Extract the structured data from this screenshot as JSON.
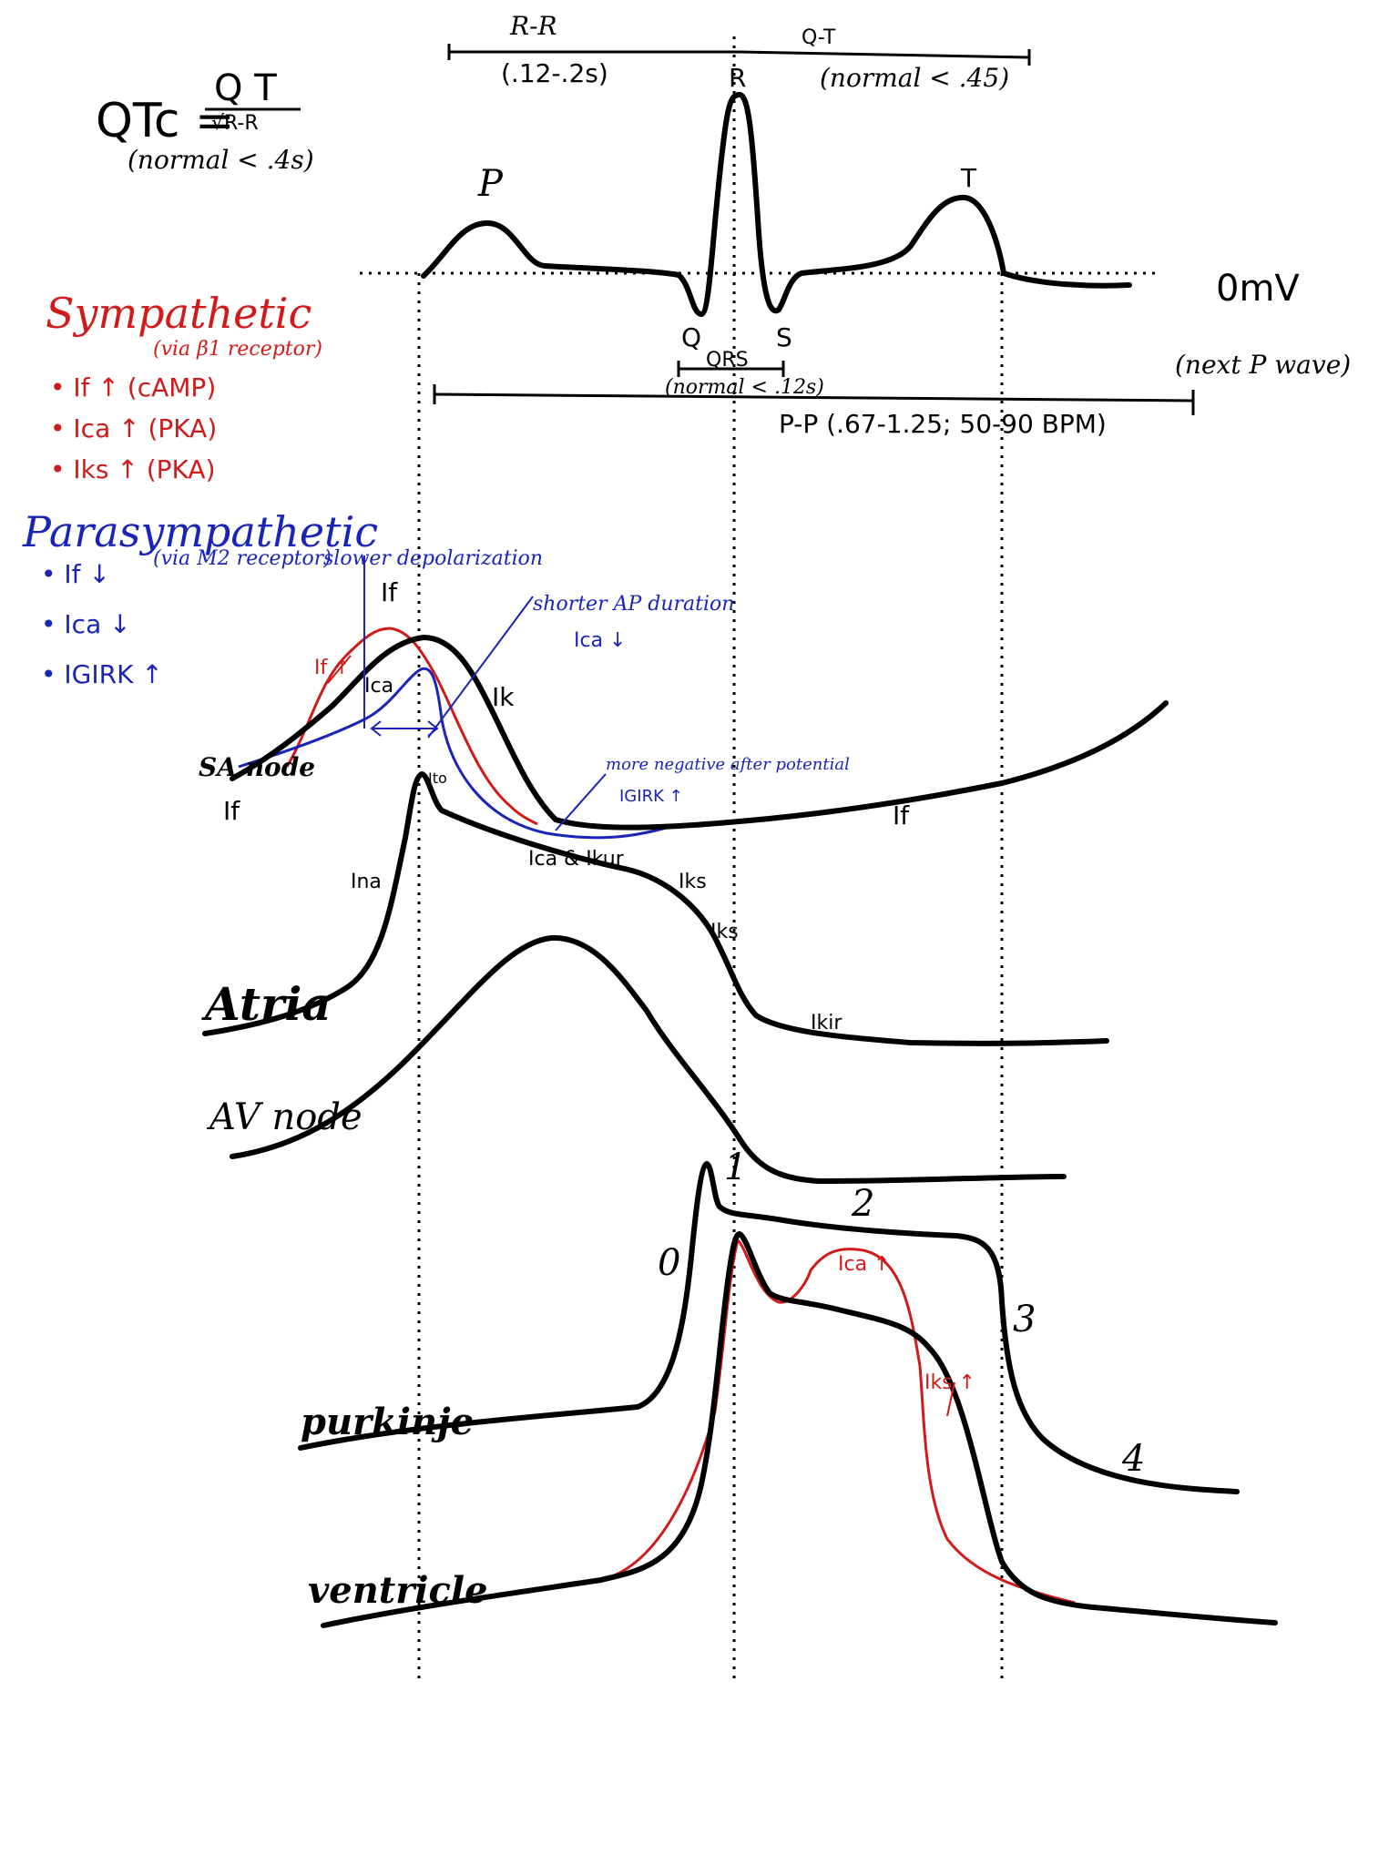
{
  "qtc": {
    "lhs": "QTc =",
    "numerator": "Q T",
    "denominator": "√R-R",
    "normal": "(normal < .4s)"
  },
  "intervals": {
    "rr_label": "R-R",
    "rr_value": "(.12-.2s)",
    "qt_label": "Q-T",
    "qt_value": "(normal < .45)",
    "qrs_label": "QRS",
    "qrs_value": "(normal < .12s)",
    "pp_label": "P-P (.67-1.25; 50-90 BPM)",
    "next_p": "(next P wave)",
    "zero_mv": "0mV"
  },
  "ecg_waves": {
    "p": "P",
    "q": "Q",
    "r": "R",
    "s": "S",
    "t": "T"
  },
  "sympathetic": {
    "title": "Sympathetic",
    "subtitle": "(via β1 receptor)",
    "items": [
      "If ↑ (cAMP)",
      "Ica ↑ (PKA)",
      "Iks ↑ (PKA)"
    ]
  },
  "parasympathetic": {
    "title": "Parasympathetic",
    "subtitle": "(via M2 receptor)",
    "items": [
      "If ↓",
      "Ica ↓",
      "IGIRK ↑"
    ]
  },
  "annotations": {
    "slower_depol": "slower depolarization",
    "slower_depol_current": "If",
    "shorter_ap": "shorter AP duration",
    "shorter_ap_current": "Ica ↓",
    "more_negative": "more negative after potential",
    "more_negative_current": "IGIRK ↑",
    "if_up": "If ↑",
    "ica_up": "Ica ↑",
    "iks_up": "Iks ↑"
  },
  "tissues": {
    "sa_node": "SA node",
    "atria": "Atria",
    "av_node": "AV node",
    "purkinje": "purkinje",
    "ventricle": "ventricle"
  },
  "currents": {
    "sa_if_left": "If",
    "sa_ica": "Ica",
    "sa_ik": "Ik",
    "sa_if_right": "If",
    "atria_ina": "Ina",
    "atria_ito": "Ito",
    "atria_ica_ikur": "Ica & Ikur",
    "atria_iks": "Iks",
    "atria_iks2": "Iks",
    "atria_ikir": "Ikir"
  },
  "phases": {
    "p0": "0",
    "p1": "1",
    "p2": "2",
    "p3": "3",
    "p4": "4"
  },
  "colors": {
    "ink": "#000000",
    "sympathetic": "#d11a1a",
    "parasympathetic": "#1a24b8"
  }
}
